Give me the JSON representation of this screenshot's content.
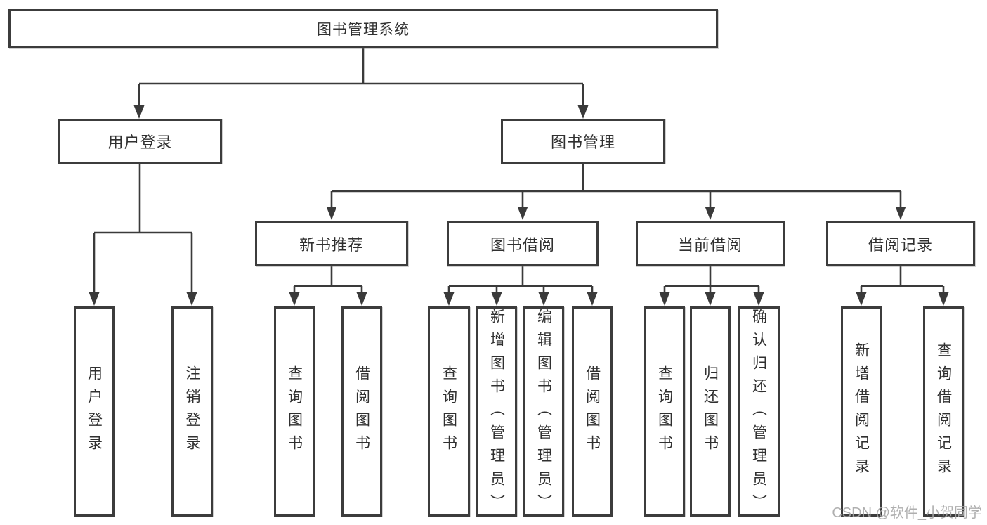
{
  "diagram": {
    "root": {
      "label": "图书管理系统"
    },
    "branches": [
      {
        "label": "用户登录",
        "children": [
          {
            "label": "用户登录"
          },
          {
            "label": "注销登录"
          }
        ]
      },
      {
        "label": "图书管理",
        "children": [
          {
            "label": "新书推荐",
            "children": [
              {
                "label": "查询图书"
              },
              {
                "label": "借阅图书"
              }
            ]
          },
          {
            "label": "图书借阅",
            "children": [
              {
                "label": "查询图书"
              },
              {
                "label": "新增图书（管理员）"
              },
              {
                "label": "编辑图书（管理员）"
              },
              {
                "label": "借阅图书"
              }
            ]
          },
          {
            "label": "当前借阅",
            "children": [
              {
                "label": "查询图书"
              },
              {
                "label": "归还图书"
              },
              {
                "label": "确认归还（管理员）"
              }
            ]
          },
          {
            "label": "借阅记录",
            "children": [
              {
                "label": "新增借阅记录"
              },
              {
                "label": "查询借阅记录"
              }
            ]
          }
        ]
      }
    ]
  },
  "colors": {
    "line": "#3a3a3a",
    "box_border": "#3c3c3c",
    "text": "#303030",
    "background": "#ffffff",
    "watermark": "#a7a7a7"
  },
  "watermark": {
    "text": "CSDN @软件_小贺同学"
  }
}
